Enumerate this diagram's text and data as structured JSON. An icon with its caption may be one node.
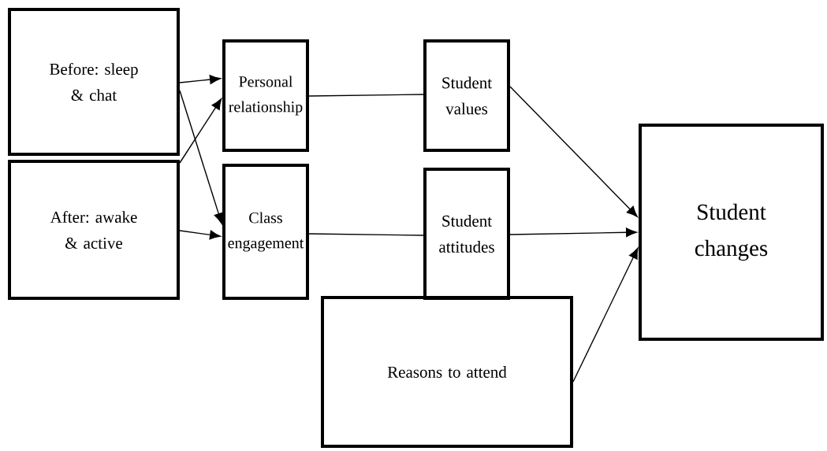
{
  "diagram": {
    "nodes": [
      {
        "text": [
          "Before: sleep & chat"
        ]
      },
      {
        "text": [
          "After: awake & active"
        ]
      },
      {
        "text": [
          "Personal relationship"
        ]
      },
      {
        "text": [
          "Class engagement"
        ]
      },
      {
        "text": [
          "Student values"
        ]
      },
      {
        "text": [
          "Student attitudes"
        ]
      },
      {
        "text": [
          "Student changes"
        ]
      },
      {
        "text": [
          "Reasons to attend"
        ]
      }
    ],
    "edges": [
      {
        "from": 0,
        "to": 2,
        "arrow": "to"
      },
      {
        "from": 0,
        "to": 3,
        "arrow": "to"
      },
      {
        "from": 1,
        "to": 2,
        "arrow": "to"
      },
      {
        "from": 1,
        "to": 3,
        "arrow": "to"
      },
      {
        "from": 2,
        "to": 4,
        "arrow": "none"
      },
      {
        "from": 3,
        "to": 5,
        "arrow": "none"
      },
      {
        "from": 4,
        "to": 6,
        "arrow": "to"
      },
      {
        "from": 5,
        "to": 6,
        "arrow": "to"
      },
      {
        "from": 7,
        "to": 6,
        "arrow": "to"
      }
    ]
  }
}
